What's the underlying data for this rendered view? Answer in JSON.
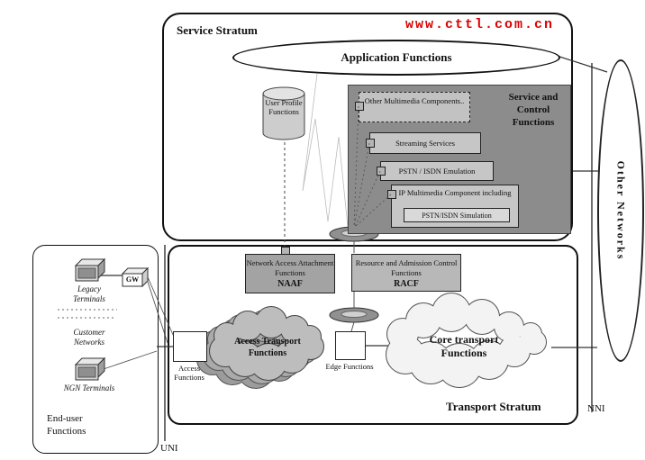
{
  "watermark": {
    "text": "www.cttl.com.cn",
    "color": "#dd0000"
  },
  "service_stratum": {
    "title": "Service Stratum",
    "application_functions": "Application Functions",
    "user_profile": "User Profile Functions",
    "service_control": {
      "title": "Service and Control Functions",
      "other_multimedia": "Other Multimedia Components..",
      "streaming": "Streaming Services",
      "pstn_emulation": "PSTN / ISDN Emulation",
      "ip_multimedia": "IP Multimedia Component including",
      "ip_multimedia_inner": "PSTN/ISDN Simulation"
    }
  },
  "control": {
    "naaf_title": "Network Access Attachment Functions",
    "naaf_abbr": "NAAF",
    "racf_title": "Resource and Admission Control Functions",
    "racf_abbr": "RACF"
  },
  "transport_stratum": {
    "title": "Transport Stratum",
    "access_cloud": "Access Transport Functions",
    "core_cloud": "Core transport Functions",
    "access_box": "Access Functions",
    "edge_box": "Edge Functions"
  },
  "end_user": {
    "title": "End-user Functions",
    "legacy_terminals": "Legacy Terminals",
    "gw": "GW",
    "customer_networks": "Customer Networks",
    "ngn_terminals": "NGN Terminals"
  },
  "other_networks": {
    "label": "Other Networks"
  },
  "interfaces": {
    "uni": "UNI",
    "nni": "NNI"
  }
}
